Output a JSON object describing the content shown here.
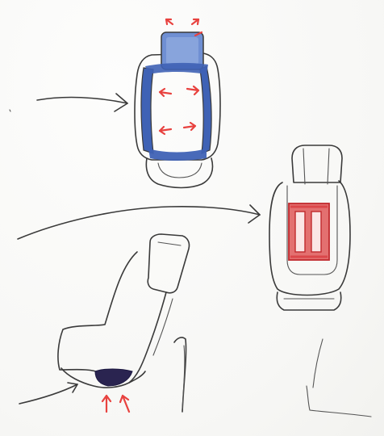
{
  "colors": {
    "pencil": "#3a3a3a",
    "blue_fill": "#3f62b5",
    "blue_light": "#7b97d6",
    "red_fill": "#d9373a",
    "red_arrow": "#e8423f",
    "dark_fill": "#2a2450"
  },
  "figures": [
    {
      "name": "top-view-seat-blue-cushion",
      "description_shown": false
    },
    {
      "name": "back-view-seat-red-panel",
      "description_shown": false
    },
    {
      "name": "side-view-seat-dark-base",
      "description_shown": false
    }
  ],
  "icons": [
    "arrow-icon",
    "red-arrow-icon"
  ]
}
